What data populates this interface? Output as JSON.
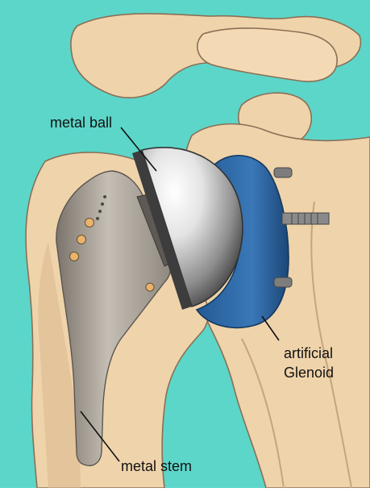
{
  "labels": {
    "ball": "metal ball",
    "glenoid_line1": "artificial",
    "glenoid_line2": "Glenoid",
    "stem": "metal stem"
  },
  "colors": {
    "background": "#5cd6c9",
    "bone": "#efd3ab",
    "bone_outline": "#8a6f55",
    "bone_shadow": "#d9b88e",
    "stem": "#aaa49a",
    "stem_dark": "#6f6a64",
    "glenoid": "#2f6aa8",
    "glenoid_dark": "#1d4a7c",
    "screw": "#7d7d7d",
    "leader": "#111111"
  }
}
